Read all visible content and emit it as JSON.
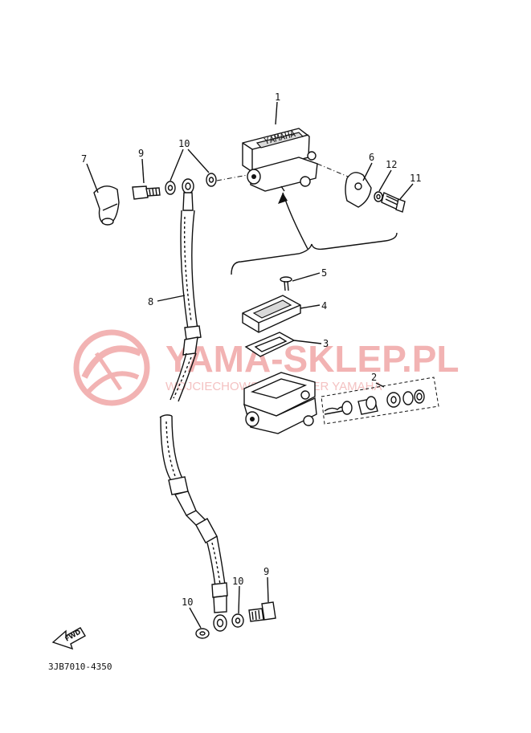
{
  "watermark": {
    "brand": "YAMA-SKLEP.PL",
    "subtitle": "WOJCIECHOWSKI - DEALER YAMAHA",
    "color": "#f2b3b3"
  },
  "diagram": {
    "code": "3JB7010-4350",
    "fwd_label": "FWD",
    "reservoir_lid_text": "YAMAHA"
  },
  "callouts": {
    "c1": "1",
    "c2": "2",
    "c3": "3",
    "c4": "4",
    "c5": "5",
    "c6": "6",
    "c7": "7",
    "c8": "8",
    "c9_top": "9",
    "c10_top": "10",
    "c11": "11",
    "c12": "12",
    "c9_bottom": "9",
    "c10_bottom_right": "10",
    "c10_bottom_left": "10"
  }
}
